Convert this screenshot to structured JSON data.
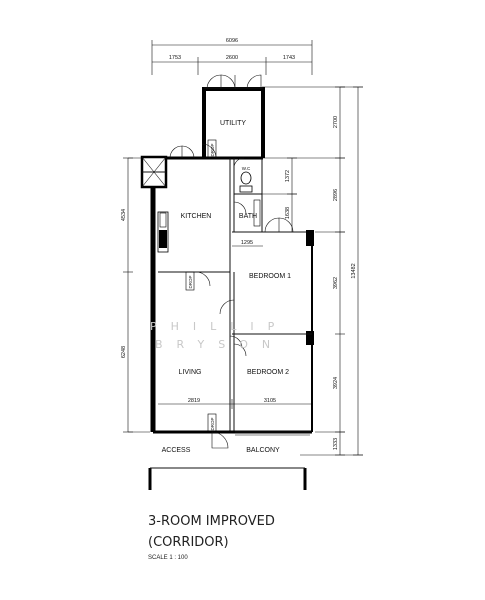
{
  "rooms": {
    "utility": "UTILITY",
    "wc": "W.C",
    "bath": "BATH",
    "kitchen": "KITCHEN",
    "bedroom1": "BEDROOM 1",
    "bedroom2": "BEDROOM 2",
    "living": "LIVING",
    "access": "ACCESS",
    "balcony": "BALCONY"
  },
  "drop_labels": {
    "utility": "DROP",
    "kitchen": "DROP",
    "access": "DROP"
  },
  "dimensions": {
    "top_overall": "6096",
    "top_left": "1753",
    "top_mid": "2600",
    "top_right": "1743",
    "right_utility": "2700",
    "right_wc": "1372",
    "right_bath": "1638",
    "right_wc_bath": "2896",
    "right_overall": "13482",
    "right_bed1": "3962",
    "right_bed2": "3924",
    "right_balcony": "1333",
    "left_kitchen": "4534",
    "left_living": "6248",
    "bath_width": "1295",
    "living_width": "2819",
    "bed2_width": "3105"
  },
  "watermark": {
    "line1": "PHILLIP",
    "line2": "BRYSON"
  },
  "title": {
    "line1": "3-ROOM IMPROVED",
    "line2": "(CORRIDOR)",
    "scale": "SCALE 1 : 100"
  }
}
